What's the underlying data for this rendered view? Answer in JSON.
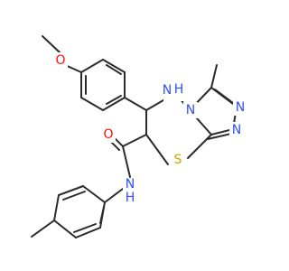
{
  "molecule": {
    "atoms": {
      "o_methoxy": {
        "symbol": "O",
        "color": "#ff0d0d"
      },
      "n_amine": {
        "symbol": "N",
        "color": "#3050f8"
      },
      "h_amine": {
        "symbol": "H",
        "color": "#3050f8"
      },
      "n_ring": {
        "symbol": "N",
        "color": "#3050f8"
      },
      "n_triazole_a": {
        "symbol": "N",
        "color": "#3050f8"
      },
      "n_triazole_b": {
        "symbol": "N",
        "color": "#3050f8"
      },
      "s_ring": {
        "symbol": "S",
        "color": "#c8a400"
      },
      "o_carbonyl": {
        "symbol": "O",
        "color": "#ff0d0d"
      },
      "n_amide": {
        "symbol": "N",
        "color": "#3050f8"
      },
      "h_amide": {
        "symbol": "H",
        "color": "#3050f8"
      }
    },
    "bond_color": "#2b2b2b",
    "background": "#ffffff"
  }
}
